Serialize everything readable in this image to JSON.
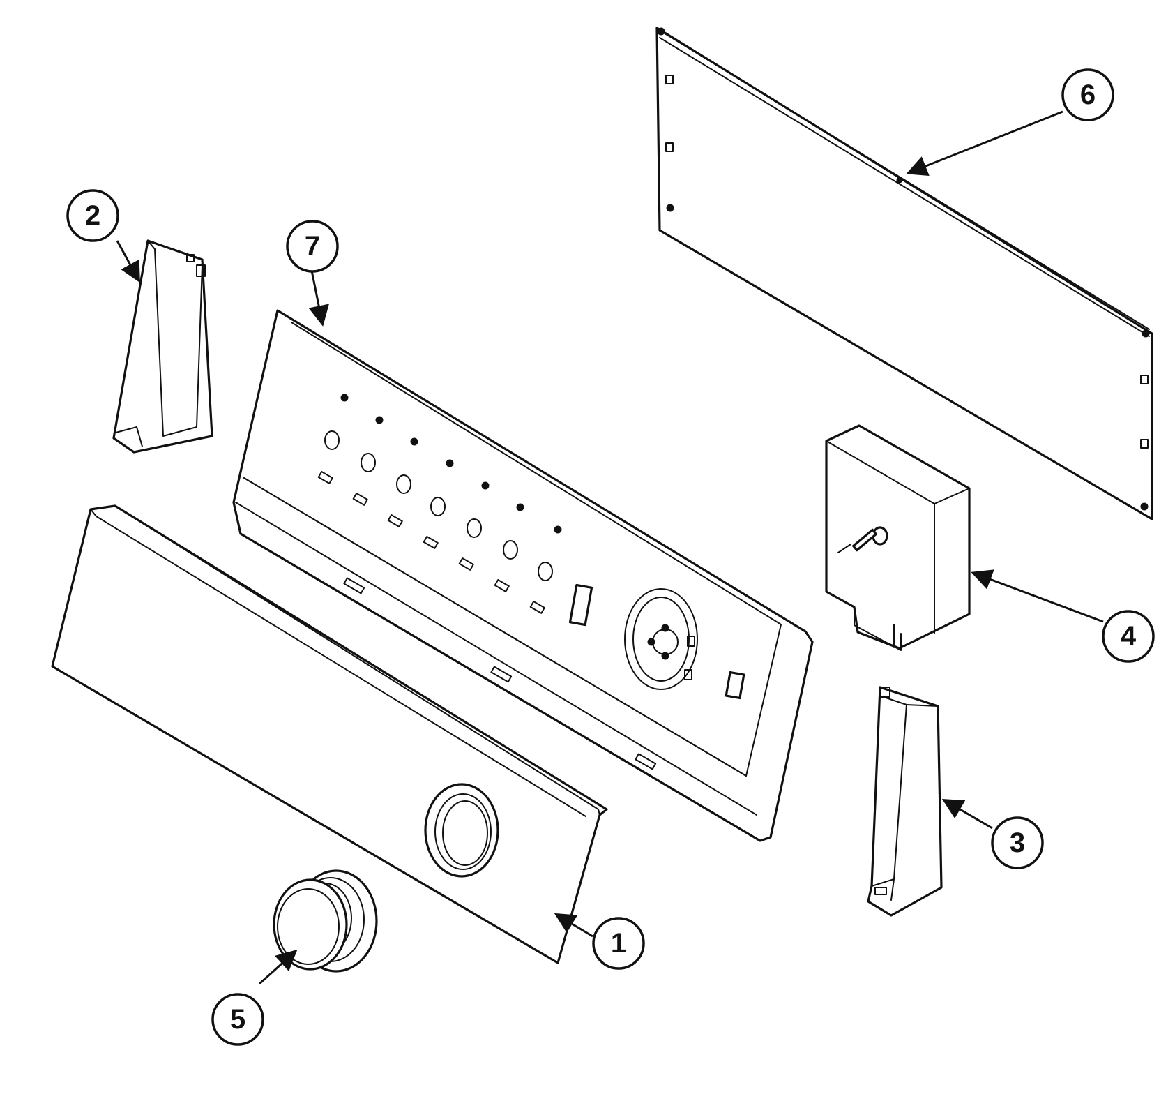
{
  "callouts": [
    {
      "id": "1",
      "label": "1"
    },
    {
      "id": "2",
      "label": "2"
    },
    {
      "id": "3",
      "label": "3"
    },
    {
      "id": "4",
      "label": "4"
    },
    {
      "id": "5",
      "label": "5"
    },
    {
      "id": "6",
      "label": "6"
    },
    {
      "id": "7",
      "label": "7"
    }
  ],
  "colors": {
    "line": "#111111",
    "background": "#ffffff"
  }
}
